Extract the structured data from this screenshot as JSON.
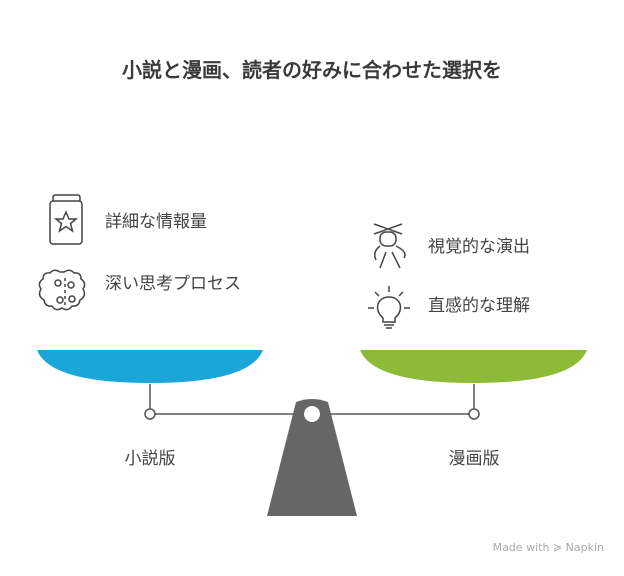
{
  "title": "小説と漫画、読者の好みに合わせた選択を",
  "left": {
    "label": "小説版",
    "color": "#1BA6D9",
    "items": [
      {
        "icon": "book-star-icon",
        "text": "詳細な情報量"
      },
      {
        "icon": "brain-icon",
        "text": "深い思考プロセス"
      }
    ]
  },
  "right": {
    "label": "漫画版",
    "color": "#8DBB38",
    "items": [
      {
        "icon": "figure-icon",
        "text": "視覚的な演出"
      },
      {
        "icon": "lightbulb-icon",
        "text": "直感的な理解"
      }
    ]
  },
  "footer": {
    "text": "Made with",
    "brand": "Napkin"
  }
}
